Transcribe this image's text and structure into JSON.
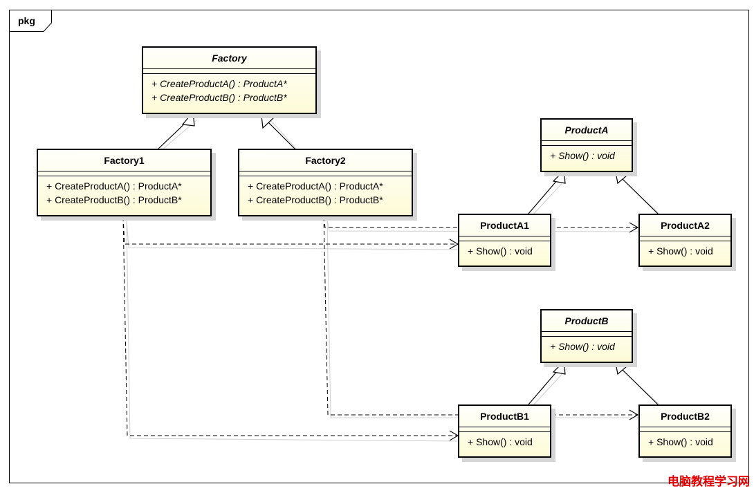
{
  "package": {
    "label": "pkg"
  },
  "classes": {
    "factory": {
      "name": "Factory",
      "ops": [
        "+ CreateProductA() : ProductA*",
        "+ CreateProductB() : ProductB*"
      ]
    },
    "factory1": {
      "name": "Factory1",
      "ops": [
        "+ CreateProductA() : ProductA*",
        "+ CreateProductB() : ProductB*"
      ]
    },
    "factory2": {
      "name": "Factory2",
      "ops": [
        "+ CreateProductA() : ProductA*",
        "+ CreateProductB() : ProductB*"
      ]
    },
    "productA": {
      "name": "ProductA",
      "ops": [
        "+ Show() : void"
      ]
    },
    "productA1": {
      "name": "ProductA1",
      "ops": [
        "+ Show() : void"
      ]
    },
    "productA2": {
      "name": "ProductA2",
      "ops": [
        "+ Show() : void"
      ]
    },
    "productB": {
      "name": "ProductB",
      "ops": [
        "+ Show() : void"
      ]
    },
    "productB1": {
      "name": "ProductB1",
      "ops": [
        "+ Show() : void"
      ]
    },
    "productB2": {
      "name": "ProductB2",
      "ops": [
        "+ Show() : void"
      ]
    }
  },
  "watermark": "电脑教程学习网",
  "colors": {
    "class_fill": "#fdfbd6",
    "shadow": "#d6d6d6",
    "watermark": "#e30000"
  }
}
